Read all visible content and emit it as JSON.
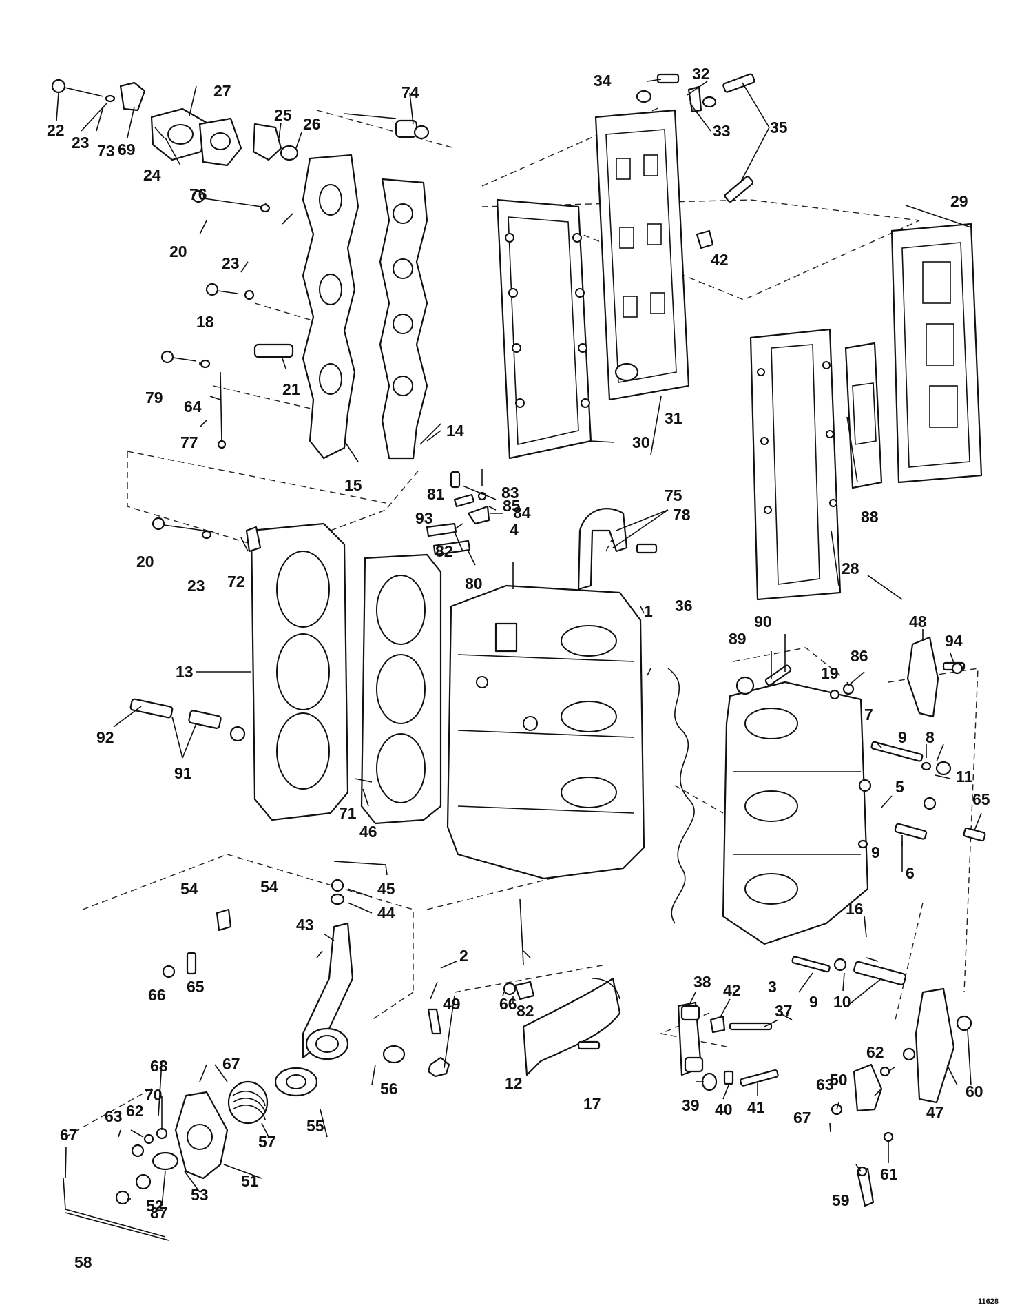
{
  "callouts": [
    "1",
    "2",
    "3",
    "4",
    "5",
    "6",
    "7",
    "8",
    "9",
    "10",
    "11",
    "12",
    "13",
    "14",
    "15",
    "16",
    "17",
    "18",
    "19",
    "20",
    "21",
    "22",
    "23",
    "24",
    "25",
    "26",
    "27",
    "28",
    "29",
    "30",
    "31",
    "32",
    "33",
    "34",
    "35",
    "36",
    "37",
    "38",
    "39",
    "40",
    "41",
    "42",
    "43",
    "44",
    "45",
    "46",
    "47",
    "48",
    "49",
    "50",
    "51",
    "52",
    "53",
    "54",
    "55",
    "56",
    "57",
    "58",
    "59",
    "60",
    "61",
    "62",
    "63",
    "64",
    "65",
    "66",
    "67",
    "68",
    "69",
    "70",
    "71",
    "72",
    "73",
    "74",
    "75",
    "76",
    "77",
    "78",
    "79",
    "80",
    "81",
    "82",
    "83",
    "84",
    "85",
    "86",
    "87",
    "88",
    "89",
    "90",
    "91",
    "92",
    "93",
    "94"
  ],
  "drawing_number": "11628"
}
